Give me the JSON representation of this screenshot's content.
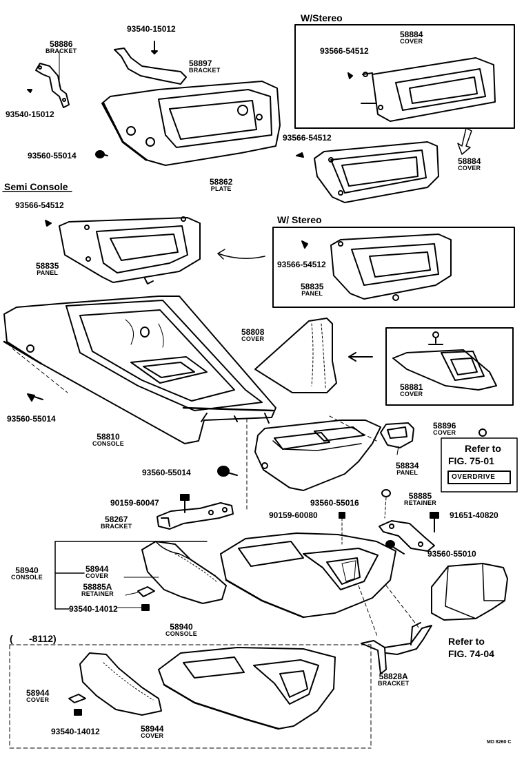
{
  "diagram": {
    "headers": {
      "stereo_top": "W/Stereo",
      "stereo_mid": "W/ Stereo",
      "semi_console": "Semi Console",
      "range": "-8112)",
      "range_paren": "("
    },
    "parts": {
      "p58886": {
        "num": "58886",
        "name": "BRACKET"
      },
      "p93540a": {
        "num": "93540-15012"
      },
      "p93540b": {
        "num": "93540-15012"
      },
      "p58897": {
        "num": "58897",
        "name": "BRACKET"
      },
      "p93560a": {
        "num": "93560-55014"
      },
      "p58862": {
        "num": "58862",
        "name": "PLATE"
      },
      "p58884a": {
        "num": "58884",
        "name": "COVER"
      },
      "p93566a": {
        "num": "93566-54512"
      },
      "p93566b": {
        "num": "93566-54512"
      },
      "p58884b": {
        "num": "58884",
        "name": "COVER"
      },
      "p93566c": {
        "num": "93566-54512"
      },
      "p58835a": {
        "num": "58835",
        "name": "PANEL"
      },
      "p93566d": {
        "num": "93566-54512"
      },
      "p58835b": {
        "num": "58835",
        "name": "PANEL"
      },
      "p58808": {
        "num": "58808",
        "name": "COVER"
      },
      "p58881": {
        "num": "58881",
        "name": "COVER"
      },
      "p93560b": {
        "num": "93560-55014"
      },
      "p58810": {
        "num": "58810",
        "name": "CONSOLE"
      },
      "p58896": {
        "num": "58896",
        "name": "COVER"
      },
      "p93560c": {
        "num": "93560-55014"
      },
      "p58834": {
        "num": "58834",
        "name": "PANEL"
      },
      "p90159a": {
        "num": "90159-60047"
      },
      "p58267": {
        "num": "58267",
        "name": "BRACKET"
      },
      "p93560d": {
        "num": "93560-55016"
      },
      "p58885": {
        "num": "58885",
        "name": "RETAINER"
      },
      "p90159b": {
        "num": "90159-60080"
      },
      "p91651": {
        "num": "91651-40820"
      },
      "p93560e": {
        "num": "93560-55010"
      },
      "p58940a": {
        "num": "58940",
        "name": "CONSOLE"
      },
      "p58944a": {
        "num": "58944",
        "name": "COVER"
      },
      "p58885a": {
        "num": "58885A",
        "name": "RETAINER"
      },
      "p93540c": {
        "num": "93540-14012"
      },
      "p58940b": {
        "num": "58940",
        "name": "CONSOLE"
      },
      "p58944b": {
        "num": "58944",
        "name": "COVER"
      },
      "p58944c": {
        "num": "58944",
        "name": "COVER"
      },
      "p93540d": {
        "num": "93540-14012"
      },
      "p58828a": {
        "num": "58828A",
        "name": "BRACKET"
      }
    },
    "refs": {
      "ref1_line1": "Refer to",
      "ref1_line2": "FIG. 75-01",
      "overdrive": "OVERDRIVE",
      "ref2_line1": "Refer to",
      "ref2_line2": "FIG. 74-04"
    },
    "footer_code": "MD 8260 C"
  }
}
